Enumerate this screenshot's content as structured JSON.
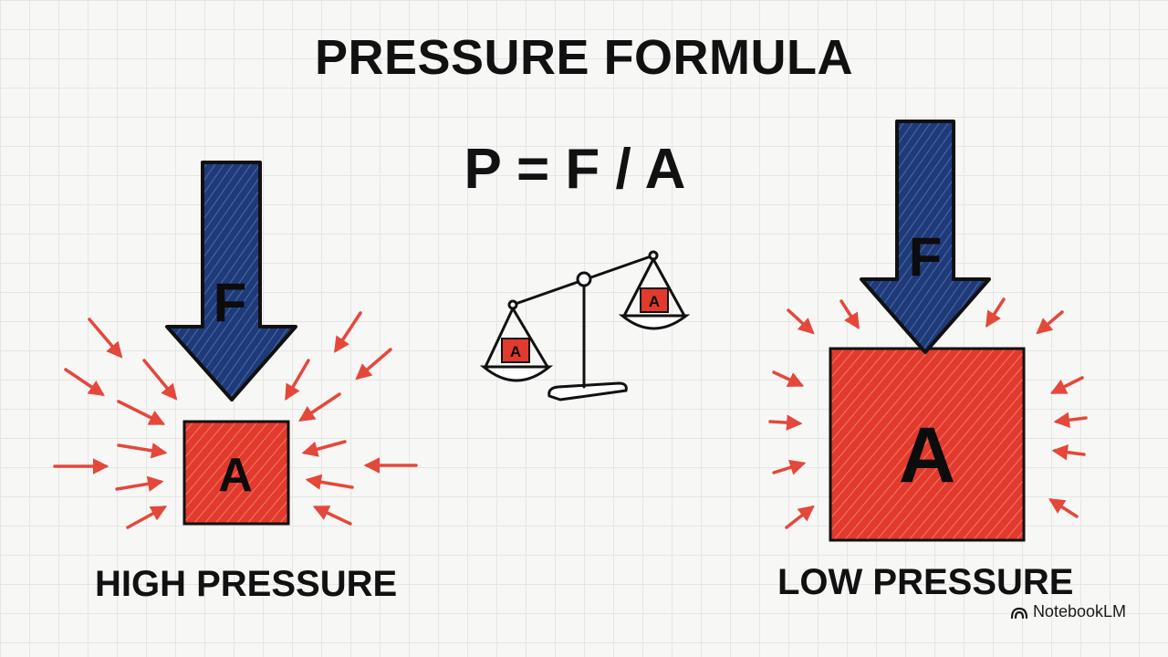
{
  "title": "PRESSURE FORMULA",
  "formula": "P = F / A",
  "left_panel": {
    "force_label": "F",
    "area_label": "A",
    "caption": "HIGH PRESSURE"
  },
  "right_panel": {
    "force_label": "F",
    "area_label": "A",
    "caption": "LOW PRESSURE"
  },
  "scale": {
    "left_pan_label": "A",
    "right_pan_label": "A"
  },
  "watermark": {
    "icon": "notebooklm-logo-icon",
    "text": "NotebookLM"
  },
  "colors": {
    "force_arrow": "#1f3a78",
    "area_block": "#e23a2c",
    "pressure_arrows": "#e4483a",
    "ink": "#111111"
  }
}
